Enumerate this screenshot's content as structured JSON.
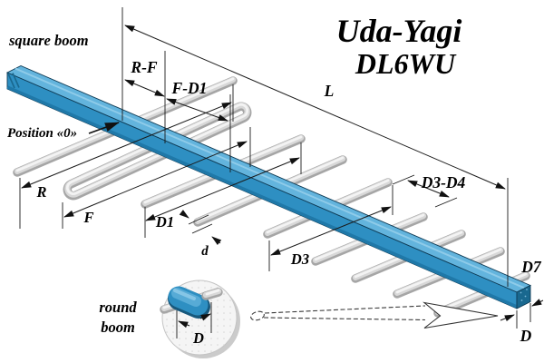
{
  "title": {
    "line1": "Uda-Yagi",
    "line2": "DL6WU"
  },
  "annotations": {
    "square_boom": "square boom",
    "position_zero": "Position «0»",
    "round_boom_line1": "round",
    "round_boom_line2": "boom"
  },
  "dimension_labels": {
    "r_minus_f": "R-F",
    "f_minus_d1": "F-D1",
    "boom_length": "L",
    "reflector_length": "R",
    "dipole_length": "F",
    "director1_length": "D1",
    "element_diameter": "d",
    "director3_length": "D3",
    "d3_minus_d4": "D3-D4",
    "director7_length": "D7",
    "boom_side_end": "D",
    "boom_diameter_inset": "D"
  },
  "colors": {
    "boom_top": "#63b4dd",
    "boom_front": "#2e8fc2",
    "boom_end_cap": "#19688f",
    "rod_base": "#a6a6a6",
    "rod_mid": "#d8d8d8",
    "rod_highlight": "#f3f3f3",
    "dimension_line": "#1a1a1a",
    "background": "#ffffff"
  }
}
